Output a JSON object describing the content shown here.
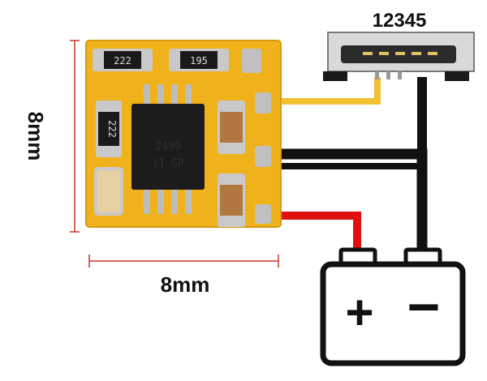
{
  "labels": {
    "pin_numbers": "12345",
    "height_dim": "8mm",
    "width_dim": "8mm",
    "plus_symbol": "+",
    "minus_symbol": "−"
  },
  "board": {
    "resistor_top_left": "222",
    "resistor_top_right": "195",
    "resistor_left": "222",
    "chip_line1": "2490",
    "chip_line2": "11 GP"
  },
  "colors": {
    "pcb": "#f0b21a",
    "wire_signal": "#f0c030",
    "wire_ground": "#111111",
    "wire_positive": "#e01010",
    "dimension_line": "#c0392b"
  }
}
